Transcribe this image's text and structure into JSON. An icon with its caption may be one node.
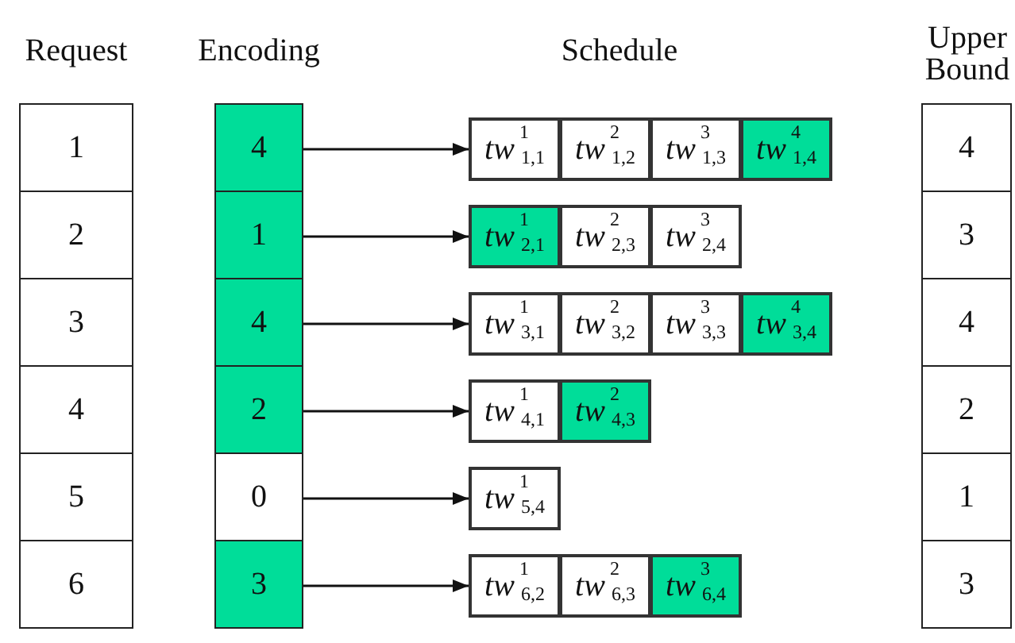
{
  "diagram": {
    "nodes": [
      {
        "text": [
          "1"
        ]
      },
      {
        "text": [
          "4"
        ]
      },
      {
        "text": [
          "*tw*$^{1}$$_{1,1}$"
        ]
      },
      {
        "text": [
          "*tw*$^{2}$$_{1,2}$"
        ]
      },
      {
        "text": [
          "*tw*$^{3}$$_{1,3}$"
        ]
      },
      {
        "text": [
          "*tw*$^{4}$$_{1,4}$"
        ]
      },
      {
        "text": [
          "4"
        ]
      },
      {
        "text": [
          "2"
        ]
      },
      {
        "text": [
          "1"
        ]
      },
      {
        "text": [
          "*tw*$^{1}$$_{2,1}$"
        ]
      },
      {
        "text": [
          "*tw*$^{2}$$_{2,3}$"
        ]
      },
      {
        "text": [
          "*tw*$^{3}$$_{2,4}$"
        ]
      },
      {
        "text": [
          "3"
        ]
      },
      {
        "text": [
          "3"
        ]
      },
      {
        "text": [
          "4"
        ]
      },
      {
        "text": [
          "*tw*$^{1}$$_{3,1}$"
        ]
      },
      {
        "text": [
          "*tw*$^{2}$$_{3,2}$"
        ]
      },
      {
        "text": [
          "*tw*$^{3}$$_{3,3}$"
        ]
      },
      {
        "text": [
          "*tw*$^{4}$$_{3,4}$"
        ]
      },
      {
        "text": [
          "4"
        ]
      },
      {
        "text": [
          "4"
        ]
      },
      {
        "text": [
          "2"
        ]
      },
      {
        "text": [
          "*tw*$^{1}$$_{4,1}$"
        ]
      },
      {
        "text": [
          "*tw*$^{2}$$_{4,3}$"
        ]
      },
      {
        "text": [
          "2"
        ]
      },
      {
        "text": [
          "5"
        ]
      },
      {
        "text": [
          "0"
        ]
      },
      {
        "text": [
          "*tw*$^{1}$$_{5,4}$"
        ]
      },
      {
        "text": [
          "1"
        ]
      },
      {
        "text": [
          "6"
        ]
      },
      {
        "text": [
          "3"
        ]
      },
      {
        "text": [
          "*tw*$^{1}$$_{6,2}$"
        ]
      },
      {
        "text": [
          "*tw*$^{2}$$_{6,3}$"
        ]
      },
      {
        "text": [
          "*tw*$^{3}$$_{6,4}$"
        ]
      },
      {
        "text": [
          "3"
        ]
      }
    ],
    "edges": [
      {
        "from": 1,
        "to": 2,
        "arrow": "to"
      },
      {
        "from": 8,
        "to": 9,
        "arrow": "to"
      },
      {
        "from": 14,
        "to": 15,
        "arrow": "to"
      },
      {
        "from": 21,
        "to": 22,
        "arrow": "to"
      },
      {
        "from": 26,
        "to": 27,
        "arrow": "to"
      },
      {
        "from": 30,
        "to": 31,
        "arrow": "to"
      }
    ],
    "labels": [
      "Request",
      "Encoding",
      "Schedule",
      "Upper Bound"
    ]
  }
}
